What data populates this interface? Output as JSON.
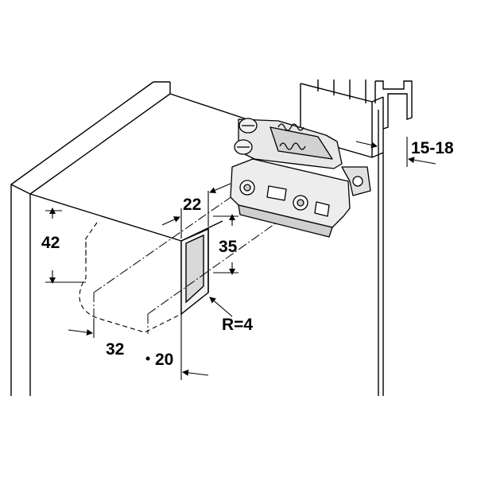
{
  "dimensions": {
    "height_42": "42",
    "depth_32": "32",
    "offset_20": "20",
    "width_22": "22",
    "height_35": "35",
    "radius": "R=4",
    "thickness": "15-18"
  },
  "colors": {
    "line": "#000000",
    "part_fill": "#e6e6e6",
    "part_shade": "#bdbdbd",
    "background": "#ffffff"
  }
}
